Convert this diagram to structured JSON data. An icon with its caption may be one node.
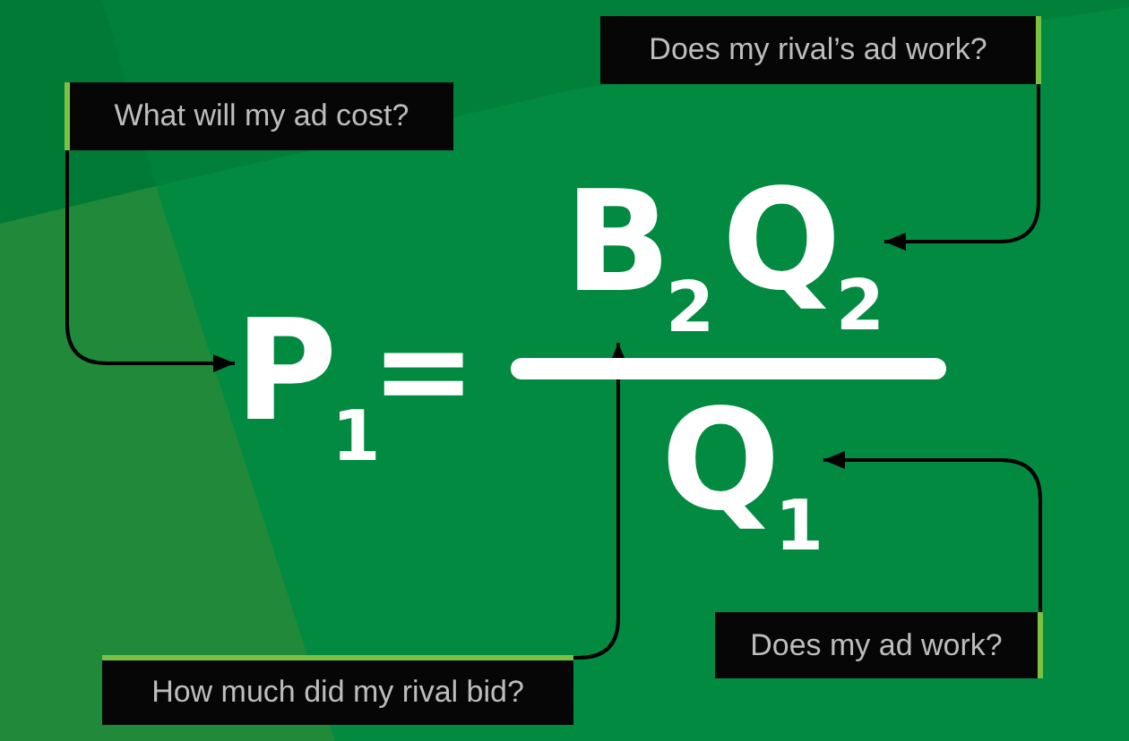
{
  "diagram": {
    "nodes": [
      {
        "text": [
          "Does my rival’s ad work?"
        ]
      },
      {
        "text": [
          "What will my ad cost?"
        ]
      },
      {
        "text": [
          "B$_{2}$"
        ]
      },
      {
        "text": [
          "Q$_{2}$"
        ]
      },
      {
        "text": [
          "P$_{1}$"
        ]
      },
      {
        "text": [
          "Q$_{1}$"
        ]
      },
      {
        "text": [
          "Does my ad work?"
        ]
      },
      {
        "text": [
          "How much did my rival bid?"
        ]
      }
    ],
    "edges": [
      {
        "from": 0,
        "to": 3,
        "arrow": "to"
      },
      {
        "from": 1,
        "to": 4,
        "arrow": "to"
      },
      {
        "from": 7,
        "to": 2,
        "arrow": "to"
      },
      {
        "from": 6,
        "to": 5,
        "arrow": "to"
      }
    ],
    "labels": [
      "="
    ]
  }
}
